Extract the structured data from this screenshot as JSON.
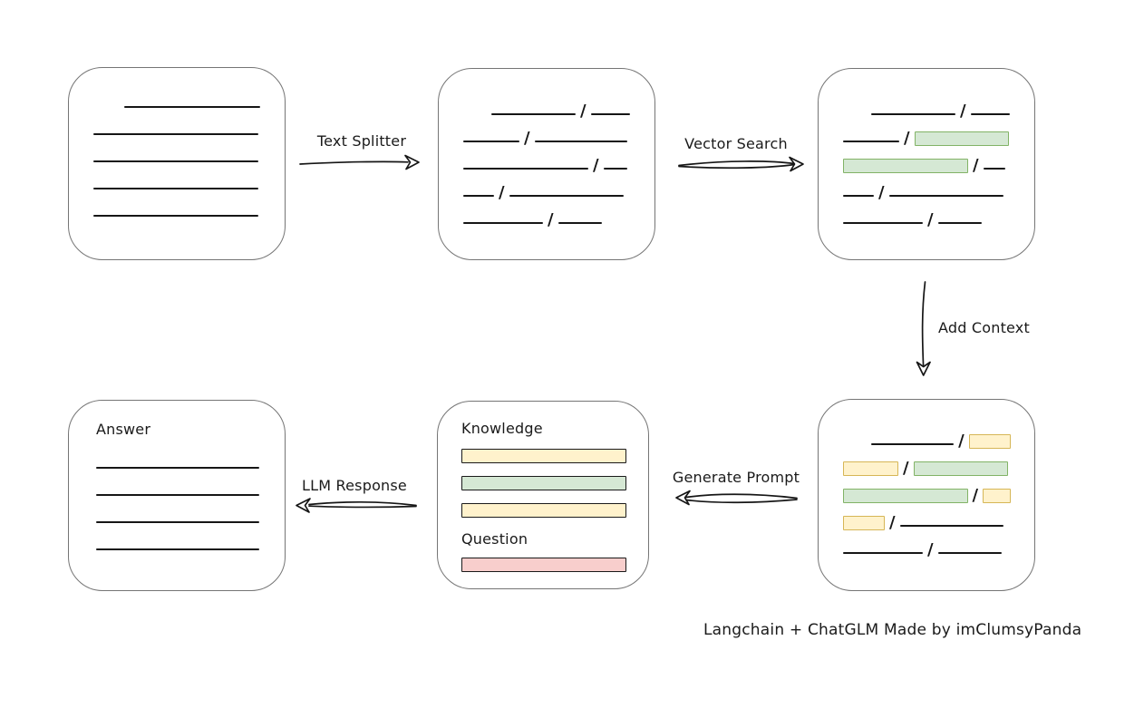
{
  "labels": {
    "text_splitter": "Text Splitter",
    "vector_search": "Vector Search",
    "add_context": "Add Context",
    "generate_prompt": "Generate Prompt",
    "llm_response": "LLM Response",
    "caption": "Langchain + ChatGLM Made by imClumsyPanda"
  },
  "colors": {
    "green_fill": "#d5e8d4",
    "green_border": "#82b366",
    "yellow_fill": "#fff2cc",
    "yellow_border": "#d6b656",
    "red_fill": "#f8cecc",
    "red_border": "#b85450",
    "box_border": "#757575",
    "line": "#161616",
    "text": "#1a1a1a"
  },
  "boxes": {
    "source_document": {
      "rows": [
        [
          {
            "t": "gap",
            "w": 31
          },
          {
            "t": "line",
            "w": 151
          }
        ],
        [
          {
            "t": "line",
            "w": 182
          }
        ],
        [
          {
            "t": "line",
            "w": 182
          }
        ],
        [
          {
            "t": "line",
            "w": 182
          }
        ],
        [
          {
            "t": "line",
            "w": 182
          }
        ]
      ]
    },
    "split_chunks": {
      "rows": [
        [
          {
            "t": "gap",
            "w": 28
          },
          {
            "t": "line",
            "w": 93
          },
          {
            "t": "slash"
          },
          {
            "t": "line",
            "w": 43
          }
        ],
        [
          {
            "t": "line",
            "w": 62
          },
          {
            "t": "slash"
          },
          {
            "t": "line",
            "w": 102
          }
        ],
        [
          {
            "t": "line",
            "w": 138
          },
          {
            "t": "slash"
          },
          {
            "t": "line",
            "w": 26
          }
        ],
        [
          {
            "t": "line",
            "w": 34
          },
          {
            "t": "slash"
          },
          {
            "t": "line",
            "w": 126
          }
        ],
        [
          {
            "t": "line",
            "w": 88
          },
          {
            "t": "slash"
          },
          {
            "t": "line",
            "w": 48
          }
        ]
      ]
    },
    "matched_chunks": {
      "rows": [
        [
          {
            "t": "gap",
            "w": 28
          },
          {
            "t": "line",
            "w": 93
          },
          {
            "t": "slash"
          },
          {
            "t": "line",
            "w": 43
          }
        ],
        [
          {
            "t": "line",
            "w": 62
          },
          {
            "t": "slash"
          },
          {
            "t": "green",
            "w": 104
          }
        ],
        [
          {
            "t": "green",
            "w": 138
          },
          {
            "t": "slash"
          },
          {
            "t": "line",
            "w": 24
          }
        ],
        [
          {
            "t": "line",
            "w": 34
          },
          {
            "t": "slash"
          },
          {
            "t": "line",
            "w": 126
          }
        ],
        [
          {
            "t": "line",
            "w": 88
          },
          {
            "t": "slash"
          },
          {
            "t": "line",
            "w": 48
          }
        ]
      ]
    },
    "context_chunks": {
      "rows": [
        [
          {
            "t": "gap",
            "w": 28
          },
          {
            "t": "line",
            "w": 93
          },
          {
            "t": "slash"
          },
          {
            "t": "yellow",
            "w": 47
          }
        ],
        [
          {
            "t": "yellow",
            "w": 61
          },
          {
            "t": "slash"
          },
          {
            "t": "green",
            "w": 104
          }
        ],
        [
          {
            "t": "green",
            "w": 138
          },
          {
            "t": "slash"
          },
          {
            "t": "yellow",
            "w": 31
          }
        ],
        [
          {
            "t": "yellow",
            "w": 46
          },
          {
            "t": "slash"
          },
          {
            "t": "line",
            "w": 114
          }
        ],
        [
          {
            "t": "line",
            "w": 88
          },
          {
            "t": "slash"
          },
          {
            "t": "line",
            "w": 70
          }
        ]
      ]
    },
    "prompt": {
      "knowledge_label": "Knowledge",
      "question_label": "Question",
      "knowledge_bars": [
        "yellow",
        "green",
        "yellow"
      ],
      "question_bars": [
        "red"
      ]
    },
    "answer": {
      "label": "Answer",
      "rows": [
        [
          {
            "t": "line",
            "w": 182
          }
        ],
        [
          {
            "t": "line",
            "w": 182
          }
        ],
        [
          {
            "t": "line",
            "w": 182
          }
        ],
        [
          {
            "t": "line",
            "w": 182
          }
        ]
      ]
    }
  }
}
